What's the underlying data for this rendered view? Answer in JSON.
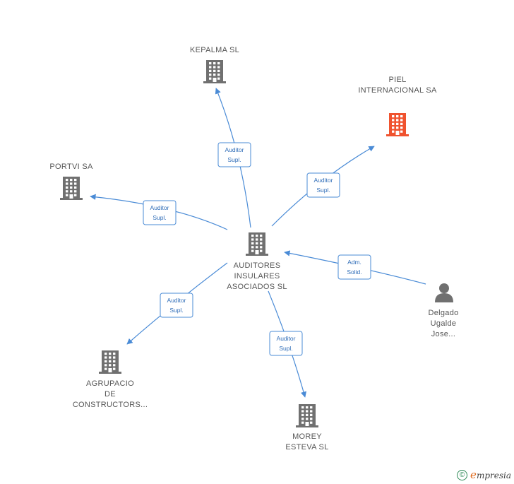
{
  "nodes": [
    {
      "id": "auditores",
      "type": "company",
      "color": "#707070",
      "lines": [
        "AUDITORES",
        "INSULARES",
        "ASOCIADOS SL"
      ]
    },
    {
      "id": "kepalma",
      "type": "company",
      "color": "#707070",
      "lines": [
        "KEPALMA SL"
      ]
    },
    {
      "id": "piel",
      "type": "company",
      "color": "#f0532f",
      "lines": [
        "PIEL",
        "INTERNACIONAL SA"
      ]
    },
    {
      "id": "portvi",
      "type": "company",
      "color": "#707070",
      "lines": [
        "PORTVI SA"
      ]
    },
    {
      "id": "agrupacio",
      "type": "company",
      "color": "#707070",
      "lines": [
        "AGRUPACIO",
        "DE",
        "CONSTRUCTORS..."
      ]
    },
    {
      "id": "morey",
      "type": "company",
      "color": "#707070",
      "lines": [
        "MOREY",
        "ESTEVA SL"
      ]
    },
    {
      "id": "delgado",
      "type": "person",
      "color": "#707070",
      "lines": [
        "Delgado",
        "Ugalde",
        "Jose..."
      ]
    }
  ],
  "edges": [
    {
      "from": "auditores",
      "to": "kepalma",
      "label": [
        "Auditor",
        "Supl."
      ]
    },
    {
      "from": "auditores",
      "to": "piel",
      "label": [
        "Auditor",
        "Supl."
      ]
    },
    {
      "from": "auditores",
      "to": "portvi",
      "label": [
        "Auditor",
        "Supl."
      ]
    },
    {
      "from": "auditores",
      "to": "agrupacio",
      "label": [
        "Auditor",
        "Supl."
      ]
    },
    {
      "from": "auditores",
      "to": "morey",
      "label": [
        "Auditor",
        "Supl."
      ]
    },
    {
      "from": "delgado",
      "to": "auditores",
      "label": [
        "Adm.",
        "Solid."
      ]
    }
  ],
  "footer": {
    "copyright_symbol": "©",
    "brand_initial": "e",
    "brand_rest": "mpresia"
  }
}
